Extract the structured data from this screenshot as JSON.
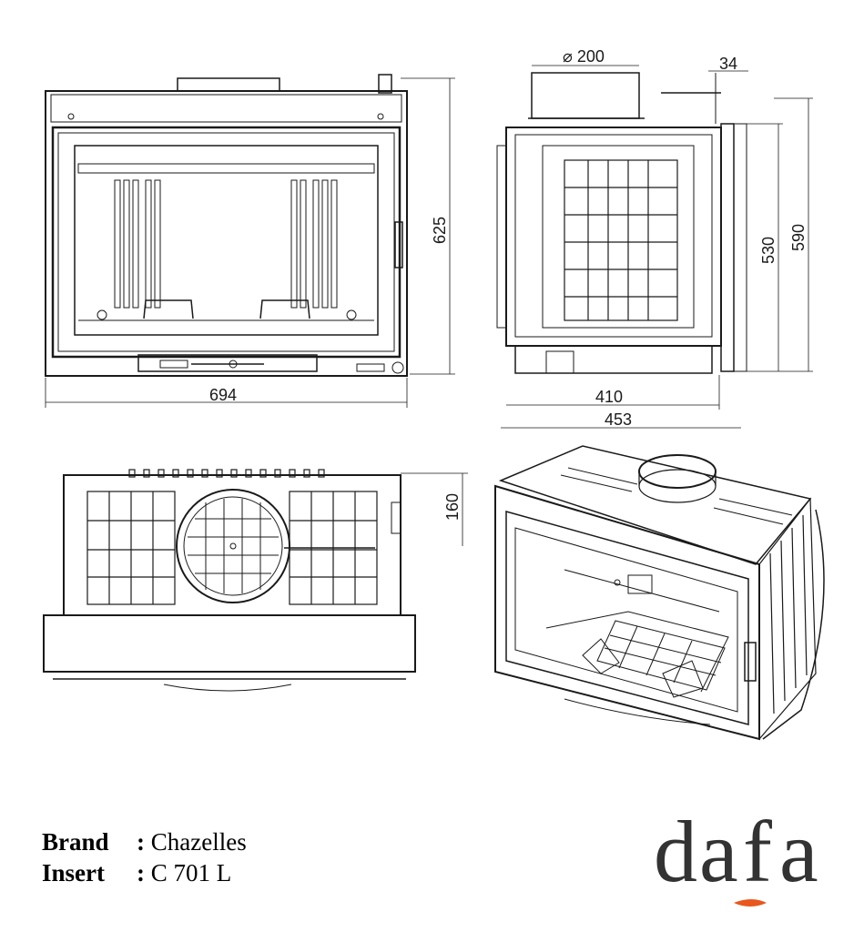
{
  "dimensions": {
    "front_width": "694",
    "front_height": "625",
    "flue_diameter": "⌀ 200",
    "side_offset": "34",
    "side_depth_inner": "410",
    "side_depth_outer": "453",
    "side_height_inner": "530",
    "side_height_outer": "590",
    "top_depth": "160"
  },
  "info": {
    "brand_label": "Brand",
    "brand_value": "Chazelles",
    "insert_label": "Insert",
    "insert_value": "C 701 L",
    "separator": ":"
  },
  "logo": {
    "text_d": "d",
    "text_a1": "a",
    "text_f": "f",
    "text_a2": "a",
    "accent_color": "#e8571e",
    "text_color": "#333333"
  }
}
